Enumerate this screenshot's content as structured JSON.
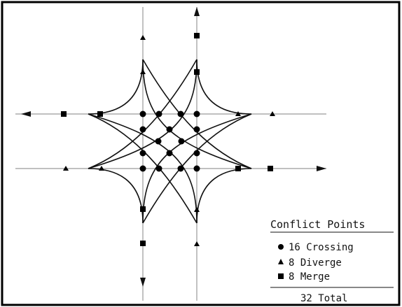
{
  "diagram": {
    "legend": {
      "title": "Conflict Points",
      "items": [
        {
          "symbol": "circle",
          "text": "16 Crossing"
        },
        {
          "symbol": "triangle",
          "text": "8 Diverge"
        },
        {
          "symbol": "square",
          "text": "8 Merge"
        }
      ],
      "total": "32 Total"
    },
    "colors": {
      "road": "#9a9a9a",
      "path": "#111111",
      "border": "#000000"
    }
  }
}
